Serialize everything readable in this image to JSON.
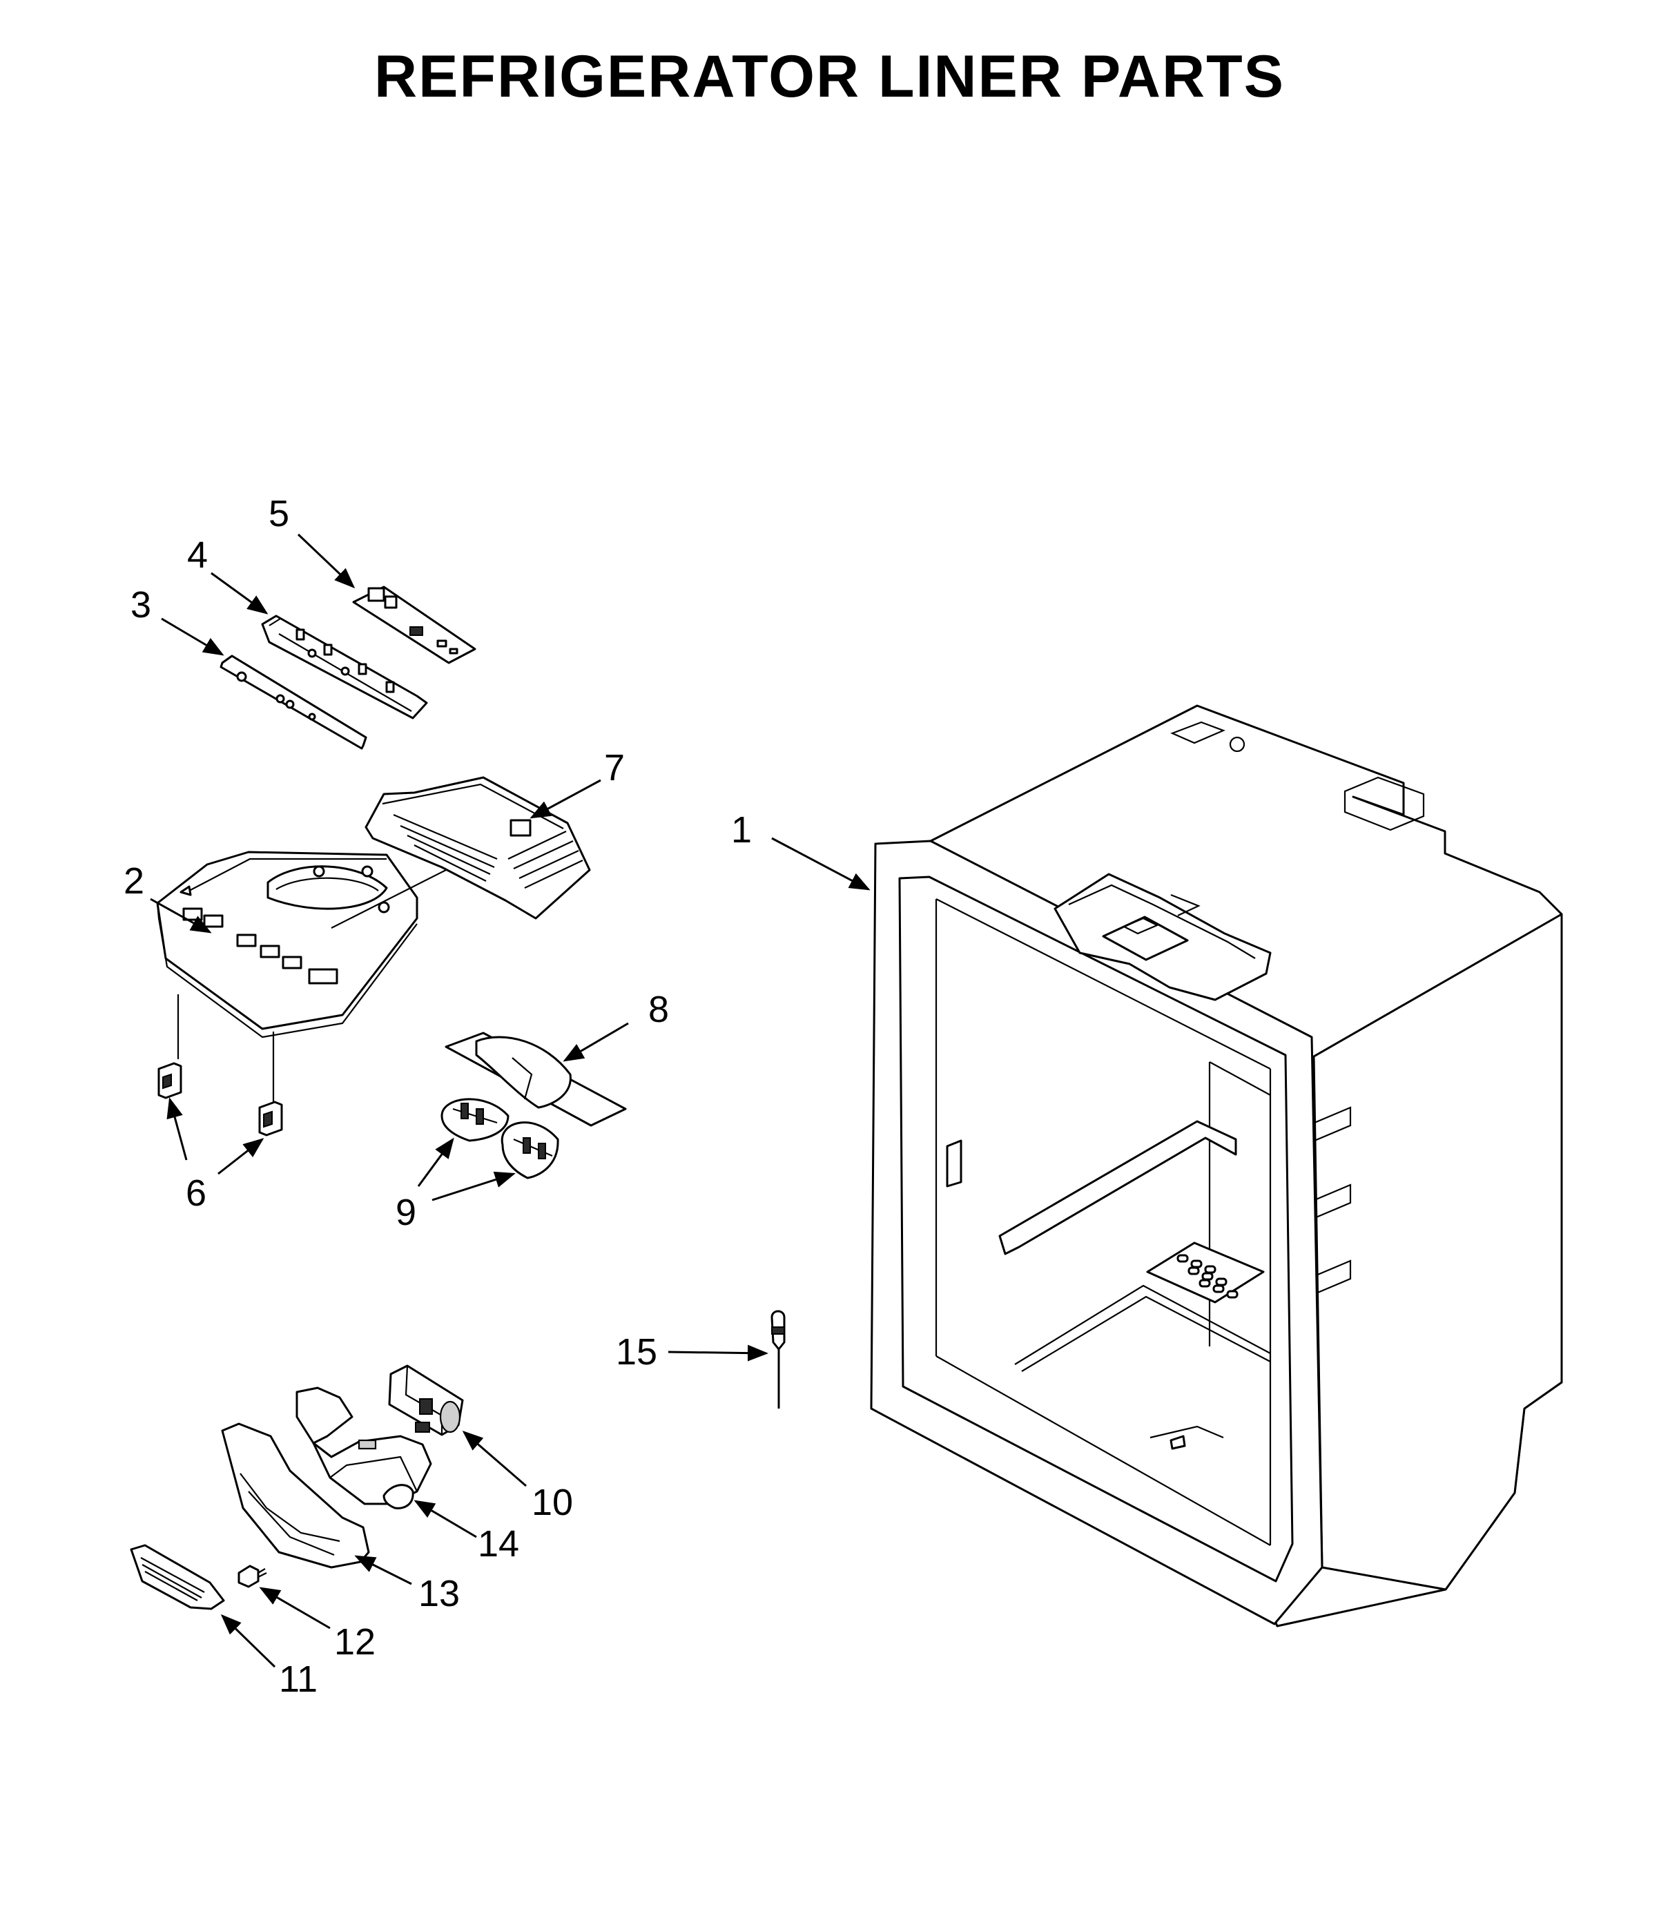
{
  "title": "REFRIGERATOR LINER PARTS",
  "callouts": [
    {
      "id": "c1",
      "label": "1"
    },
    {
      "id": "c2",
      "label": "2"
    },
    {
      "id": "c3",
      "label": "3"
    },
    {
      "id": "c4",
      "label": "4"
    },
    {
      "id": "c5",
      "label": "5"
    },
    {
      "id": "c6",
      "label": "6"
    },
    {
      "id": "c7",
      "label": "7"
    },
    {
      "id": "c8",
      "label": "8"
    },
    {
      "id": "c9",
      "label": "9"
    },
    {
      "id": "c10",
      "label": "10"
    },
    {
      "id": "c11",
      "label": "11"
    },
    {
      "id": "c12",
      "label": "12"
    },
    {
      "id": "c13",
      "label": "13"
    },
    {
      "id": "c14",
      "label": "14"
    },
    {
      "id": "c15",
      "label": "15"
    }
  ]
}
